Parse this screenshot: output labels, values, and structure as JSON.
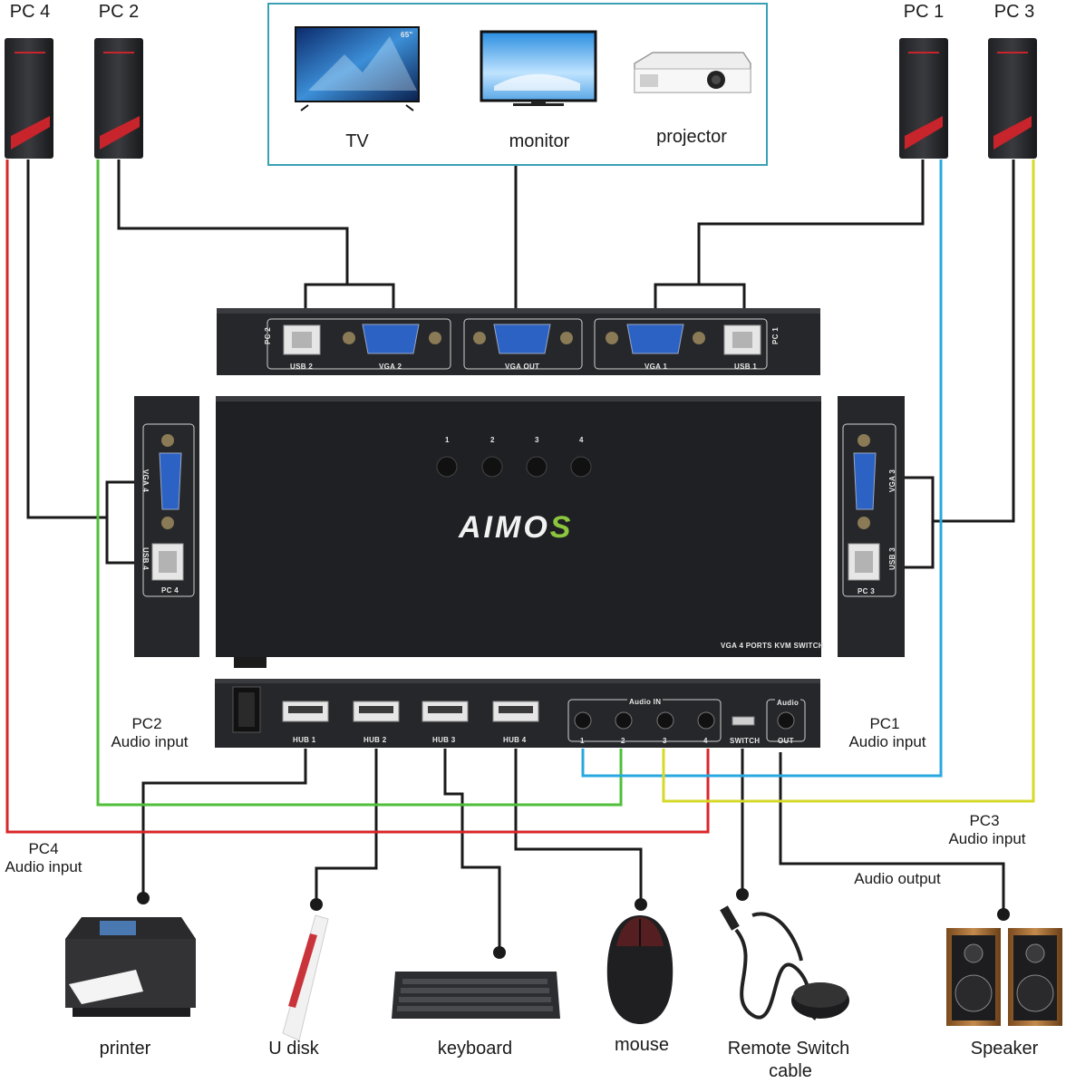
{
  "devices_top": {
    "pc4": "PC 4",
    "pc2": "PC 2",
    "pc1": "PC 1",
    "pc3": "PC 3",
    "tv": "TV",
    "monitor": "monitor",
    "projector": "projector",
    "tv_size": "65\""
  },
  "switch": {
    "brand_main": "AIMO",
    "brand_end": "S",
    "model": "VGA 4 PORTS KVM SWITCH",
    "buttons": [
      "1",
      "2",
      "3",
      "4"
    ],
    "top_ports": {
      "pc2": "PC 2",
      "usb2": "USB 2",
      "vga2": "VGA 2",
      "vgaout": "VGA OUT",
      "vga1": "VGA 1",
      "usb1": "USB 1",
      "pc1": "PC 1"
    },
    "left_ports": {
      "vga4": "VGA 4",
      "usb4": "USB 4",
      "pc4": "PC 4"
    },
    "right_ports": {
      "vga3": "VGA 3",
      "usb3": "USB 3",
      "pc3": "PC 3"
    },
    "bottom_ports": {
      "hub1": "HUB 1",
      "hub2": "HUB 2",
      "hub3": "HUB 3",
      "hub4": "HUB 4",
      "audio_in": "Audio IN",
      "audio_nums": [
        "1",
        "2",
        "3",
        "4"
      ],
      "switch": "SWITCH",
      "audio": "Audio",
      "out": "OUT"
    }
  },
  "annotations": {
    "pc2_audio_a": "PC2",
    "pc2_audio_b": "Audio input",
    "pc1_audio_a": "PC1",
    "pc1_audio_b": "Audio input",
    "pc3_audio_a": "PC3",
    "pc3_audio_b": "Audio input",
    "pc4_audio_a": "PC4",
    "pc4_audio_b": "Audio input",
    "audio_output": "Audio output"
  },
  "devices_bottom": {
    "printer": "printer",
    "udisk": "U disk",
    "keyboard": "keyboard",
    "mouse": "mouse",
    "remote_a": "Remote Switch",
    "remote_b": "cable",
    "speaker": "Speaker"
  },
  "colors": {
    "pc4_audio": "#d9262b",
    "pc2_audio": "#4fbf3a",
    "pc1_audio": "#29a8e0",
    "pc3_audio": "#d6d92a",
    "cable": "#1a1a1a",
    "frame": "#3aa0b4"
  }
}
